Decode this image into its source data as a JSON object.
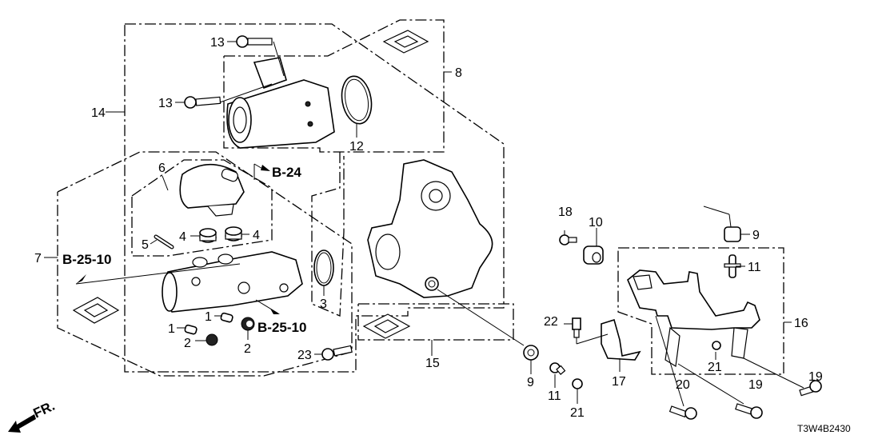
{
  "diagram": {
    "title_code": "T3W4B2430",
    "direction_indicator": "FR.",
    "part_labels": {
      "p1a": "1",
      "p1b": "1",
      "p2a": "2",
      "p2b": "2",
      "p3": "3",
      "p4a": "4",
      "p4b": "4",
      "p5": "5",
      "p6": "6",
      "p7": "7",
      "p8": "8",
      "p9a": "9",
      "p9b": "9",
      "p10": "10",
      "p11a": "11",
      "p11b": "11",
      "p12": "12",
      "p13a": "13",
      "p13b": "13",
      "p14": "14",
      "p15": "15",
      "p16": "16",
      "p17": "17",
      "p18": "18",
      "p19a": "19",
      "p19b": "19",
      "p20": "20",
      "p21a": "21",
      "p21b": "21",
      "p22": "22",
      "p23": "23"
    },
    "references": {
      "b24": "B-24",
      "b2510_left": "B-25-10",
      "b2510_right": "B-25-10"
    }
  }
}
